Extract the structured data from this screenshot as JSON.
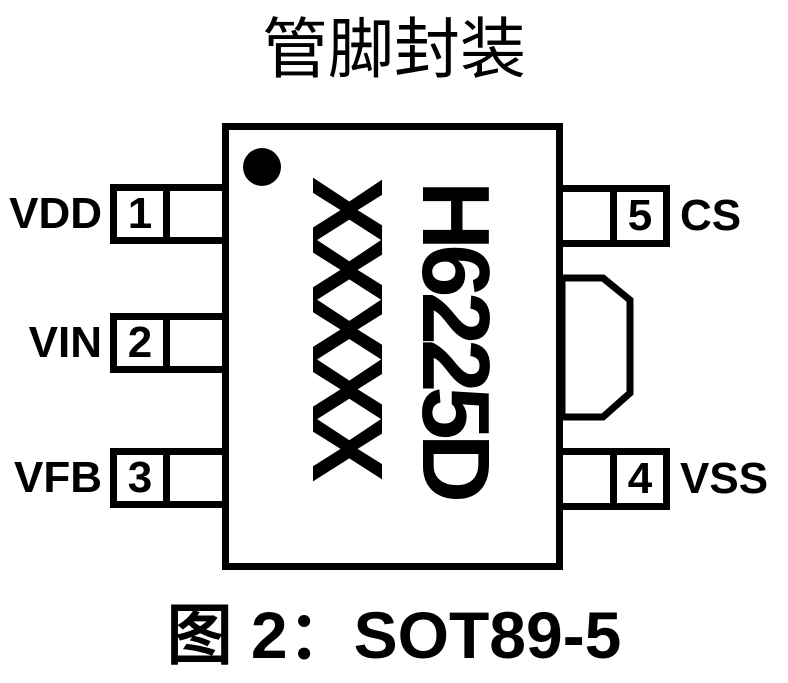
{
  "title": "管脚封装",
  "caption": "图 2：SOT89-5",
  "package": {
    "marking_lot": "XXXXX",
    "marking_part": "H6225D"
  },
  "pins": {
    "left": [
      {
        "number": "1",
        "label": "VDD"
      },
      {
        "number": "2",
        "label": "VIN"
      },
      {
        "number": "3",
        "label": "VFB"
      }
    ],
    "right": [
      {
        "number": "5",
        "label": "CS"
      },
      {
        "number": "4",
        "label": "VSS"
      }
    ]
  },
  "colors": {
    "line": "#000000",
    "background": "#ffffff",
    "text": "#000000"
  }
}
